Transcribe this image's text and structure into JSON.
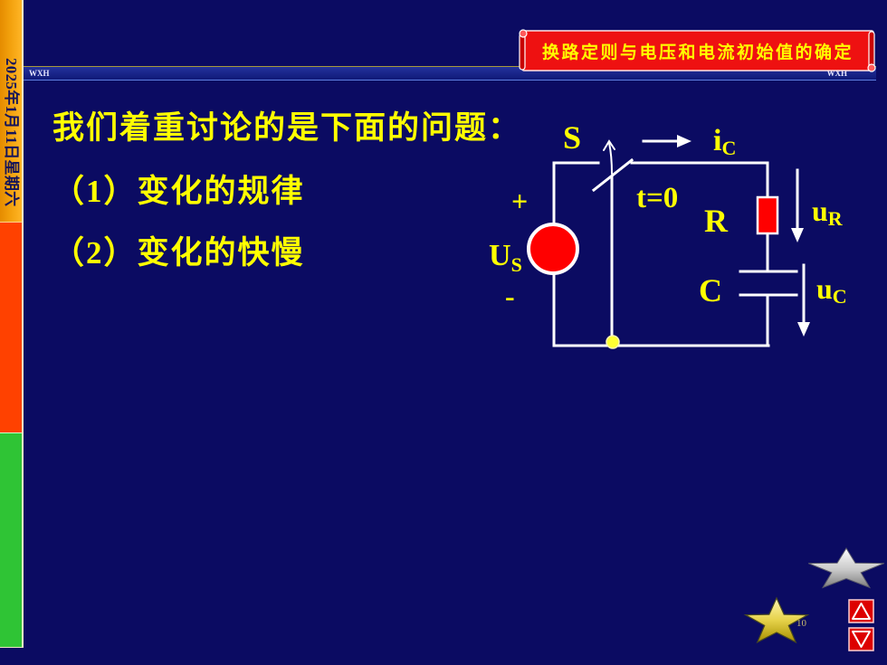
{
  "slide": {
    "date": "2025年1月11日星期六",
    "title": "换路定则与电压和电流初始值的确定",
    "band_label_left": "WXH",
    "band_label_right": "WXH",
    "page_number": "10"
  },
  "body": {
    "heading": "我们着重讨论的是下面的问题：",
    "points": [
      "（1）变化的规律",
      "（2）变化的快慢"
    ]
  },
  "circuit": {
    "switch": "S",
    "switch_time": "t=0",
    "current": {
      "symbol": "i",
      "subscript": "C"
    },
    "source": {
      "plus": "+",
      "symbol": "U",
      "subscript": "S",
      "minus": "-"
    },
    "resistor": {
      "label": "R",
      "voltage_symbol": "u",
      "voltage_subscript": "R"
    },
    "capacitor": {
      "label": "C",
      "voltage_symbol": "u",
      "voltage_subscript": "C"
    }
  },
  "navigation": {
    "up_icon": "triangle-up-icon",
    "down_icon": "triangle-down-icon",
    "star_icon": "star-icon"
  },
  "colors": {
    "background": "#0b0b62",
    "text": "#ffff00",
    "banner": "#ee1111",
    "strip_top": "#f2a00c",
    "strip_middle": "#ff4100",
    "strip_bottom": "#2fc435",
    "wire": "#ffffff",
    "component_fill": "#ff0000",
    "junction": "#ffff33",
    "nav_button": "#dd0000"
  }
}
